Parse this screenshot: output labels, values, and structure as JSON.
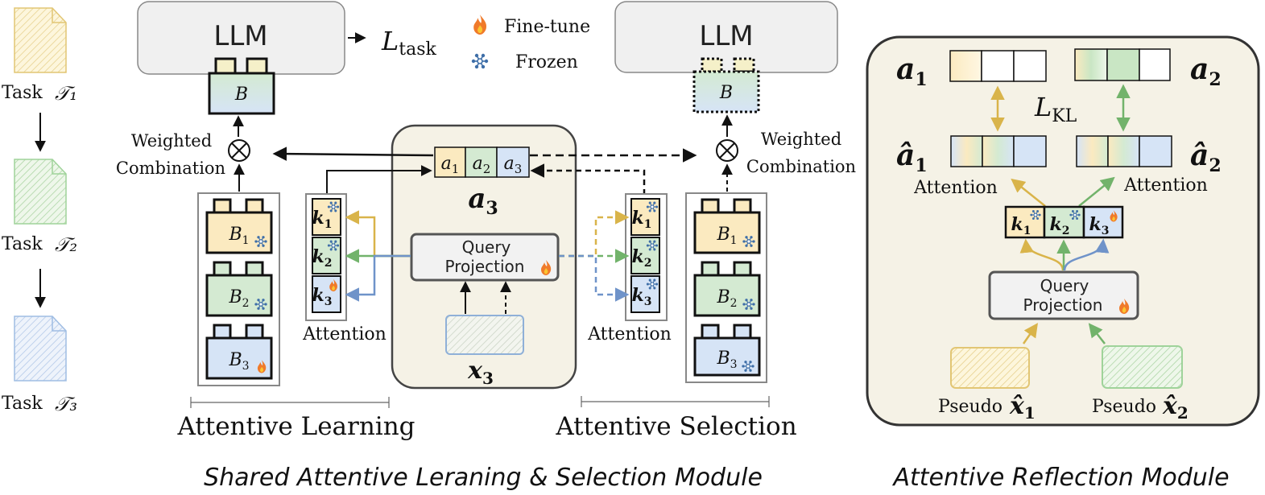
{
  "tasks": [
    {
      "label": "Task",
      "symbol": "𝒯₁",
      "color": "#f3d27a"
    },
    {
      "label": "Task",
      "symbol": "𝒯₂",
      "color": "#9fd39a"
    },
    {
      "label": "Task",
      "symbol": "𝒯₃",
      "color": "#9fbde3"
    }
  ],
  "legend": {
    "finetune": "Fine-tune",
    "frozen": "Frozen"
  },
  "llm": {
    "left": "LLM",
    "right": "LLM",
    "loss_task": "L",
    "loss_task_sub": "task"
  },
  "adapter": {
    "label": "B"
  },
  "weighted": {
    "line1": "Weighted",
    "line2": "Combination"
  },
  "bank_left": [
    {
      "label": "B",
      "sub": "1",
      "state": "frozen",
      "color": "#fbeac0"
    },
    {
      "label": "B",
      "sub": "2",
      "state": "frozen",
      "color": "#d4ead2"
    },
    {
      "label": "B",
      "sub": "3",
      "state": "finetune",
      "color": "#d6e4f6"
    }
  ],
  "bank_right": [
    {
      "label": "B",
      "sub": "1",
      "state": "frozen",
      "color": "#fbeac0"
    },
    {
      "label": "B",
      "sub": "2",
      "state": "frozen",
      "color": "#d4ead2"
    },
    {
      "label": "B",
      "sub": "3",
      "state": "frozen",
      "color": "#d6e4f6"
    }
  ],
  "keys_left": [
    {
      "label": "k",
      "sub": "1",
      "state": "frozen",
      "color": "#fbeac0"
    },
    {
      "label": "k",
      "sub": "2",
      "state": "frozen",
      "color": "#d4ead2"
    },
    {
      "label": "k",
      "sub": "3",
      "state": "finetune",
      "color": "#d6e4f6"
    }
  ],
  "keys_right": [
    {
      "label": "k",
      "sub": "1",
      "state": "frozen",
      "color": "#fbeac0"
    },
    {
      "label": "k",
      "sub": "2",
      "state": "frozen",
      "color": "#d4ead2"
    },
    {
      "label": "k",
      "sub": "3",
      "state": "frozen",
      "color": "#d6e4f6"
    }
  ],
  "attention_word": "Attention",
  "center": {
    "a_cells": [
      {
        "label": "a",
        "sub": "1",
        "color": "#fbeac0"
      },
      {
        "label": "a",
        "sub": "2",
        "color": "#d4ead2"
      },
      {
        "label": "a",
        "sub": "3",
        "color": "#d6e4f6"
      }
    ],
    "a_vec": "a",
    "a_vec_sub": "3",
    "qp_line1": "Query",
    "qp_line2": "Projection",
    "x_label": "x",
    "x_sub": "3"
  },
  "sections": {
    "learning": "Attentive Learning",
    "selection": "Attentive Selection",
    "shared_title": "Shared Attentive Leraning & Selection Module",
    "reflection_title": "Attentive Reflection Module"
  },
  "reflection": {
    "a1": "a",
    "a1_sub": "1",
    "a2": "a",
    "a2_sub": "2",
    "ahat1": "â",
    "ahat1_sub": "1",
    "ahat2": "â",
    "ahat2_sub": "2",
    "loss_kl": "L",
    "loss_kl_sub": "KL",
    "keys": [
      {
        "label": "k",
        "sub": "1",
        "state": "frozen",
        "color": "#fbeac0"
      },
      {
        "label": "k",
        "sub": "2",
        "state": "frozen",
        "color": "#d4ead2"
      },
      {
        "label": "k",
        "sub": "3",
        "state": "finetune",
        "color": "#d6e4f6"
      }
    ],
    "qp_line1": "Query",
    "qp_line2": "Projection",
    "pseudo1": "Pseudo",
    "pseudo1_sym": "x̂",
    "pseudo1_sub": "1",
    "pseudo2": "Pseudo",
    "pseudo2_sym": "x̂",
    "pseudo2_sub": "2"
  },
  "colors": {
    "yellow": "#d9b44a",
    "green": "#72b36b",
    "blue": "#6f93c9",
    "flame": "#f07a2a",
    "snow": "#3f6fa8"
  }
}
